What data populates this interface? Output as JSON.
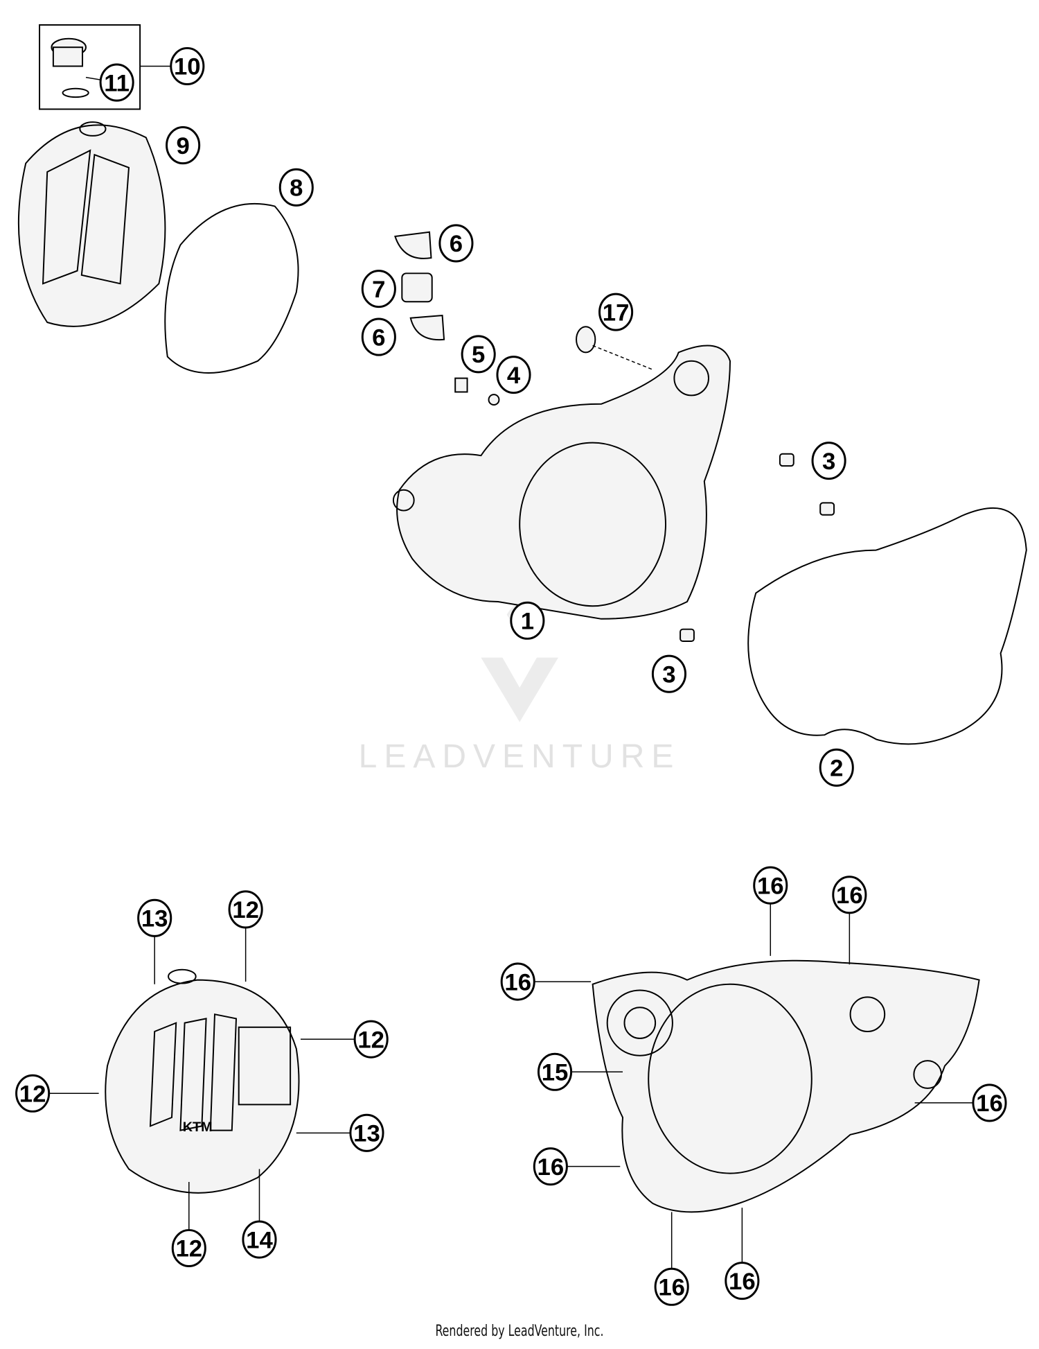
{
  "diagram": {
    "callouts": [
      {
        "label": "10"
      },
      {
        "label": "11"
      },
      {
        "label": "9"
      },
      {
        "label": "8"
      },
      {
        "label": "6"
      },
      {
        "label": "7"
      },
      {
        "label": "6"
      },
      {
        "label": "5"
      },
      {
        "label": "4"
      },
      {
        "label": "17"
      },
      {
        "label": "3"
      },
      {
        "label": "1"
      },
      {
        "label": "3"
      },
      {
        "label": "2"
      },
      {
        "label": "13"
      },
      {
        "label": "12"
      },
      {
        "label": "12"
      },
      {
        "label": "12"
      },
      {
        "label": "13"
      },
      {
        "label": "12"
      },
      {
        "label": "14"
      },
      {
        "label": "16"
      },
      {
        "label": "16"
      },
      {
        "label": "16"
      },
      {
        "label": "15"
      },
      {
        "label": "16"
      },
      {
        "label": "16"
      },
      {
        "label": "16"
      },
      {
        "label": "16"
      }
    ],
    "watermark": "LEADVENTURE",
    "logo_text": "KTM"
  },
  "footer": "Rendered by LeadVenture, Inc."
}
